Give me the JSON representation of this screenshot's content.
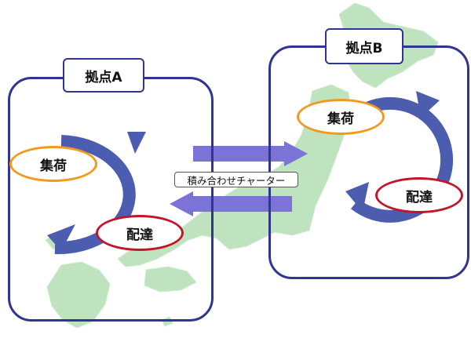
{
  "colors": {
    "panel_border": "#2f3591",
    "cycle_blue": "#4c5db0",
    "arrow_purple": "#7b74d6",
    "map_green": "#bfe3bf",
    "collect_border": "#f39a1e",
    "deliver_border": "#c0162c"
  },
  "base_a": {
    "label": "拠点A",
    "collect": "集荷",
    "deliver": "配達"
  },
  "base_b": {
    "label": "拠点B",
    "collect": "集荷",
    "deliver": "配達"
  },
  "link": {
    "label": "積み合わせチャーター"
  }
}
